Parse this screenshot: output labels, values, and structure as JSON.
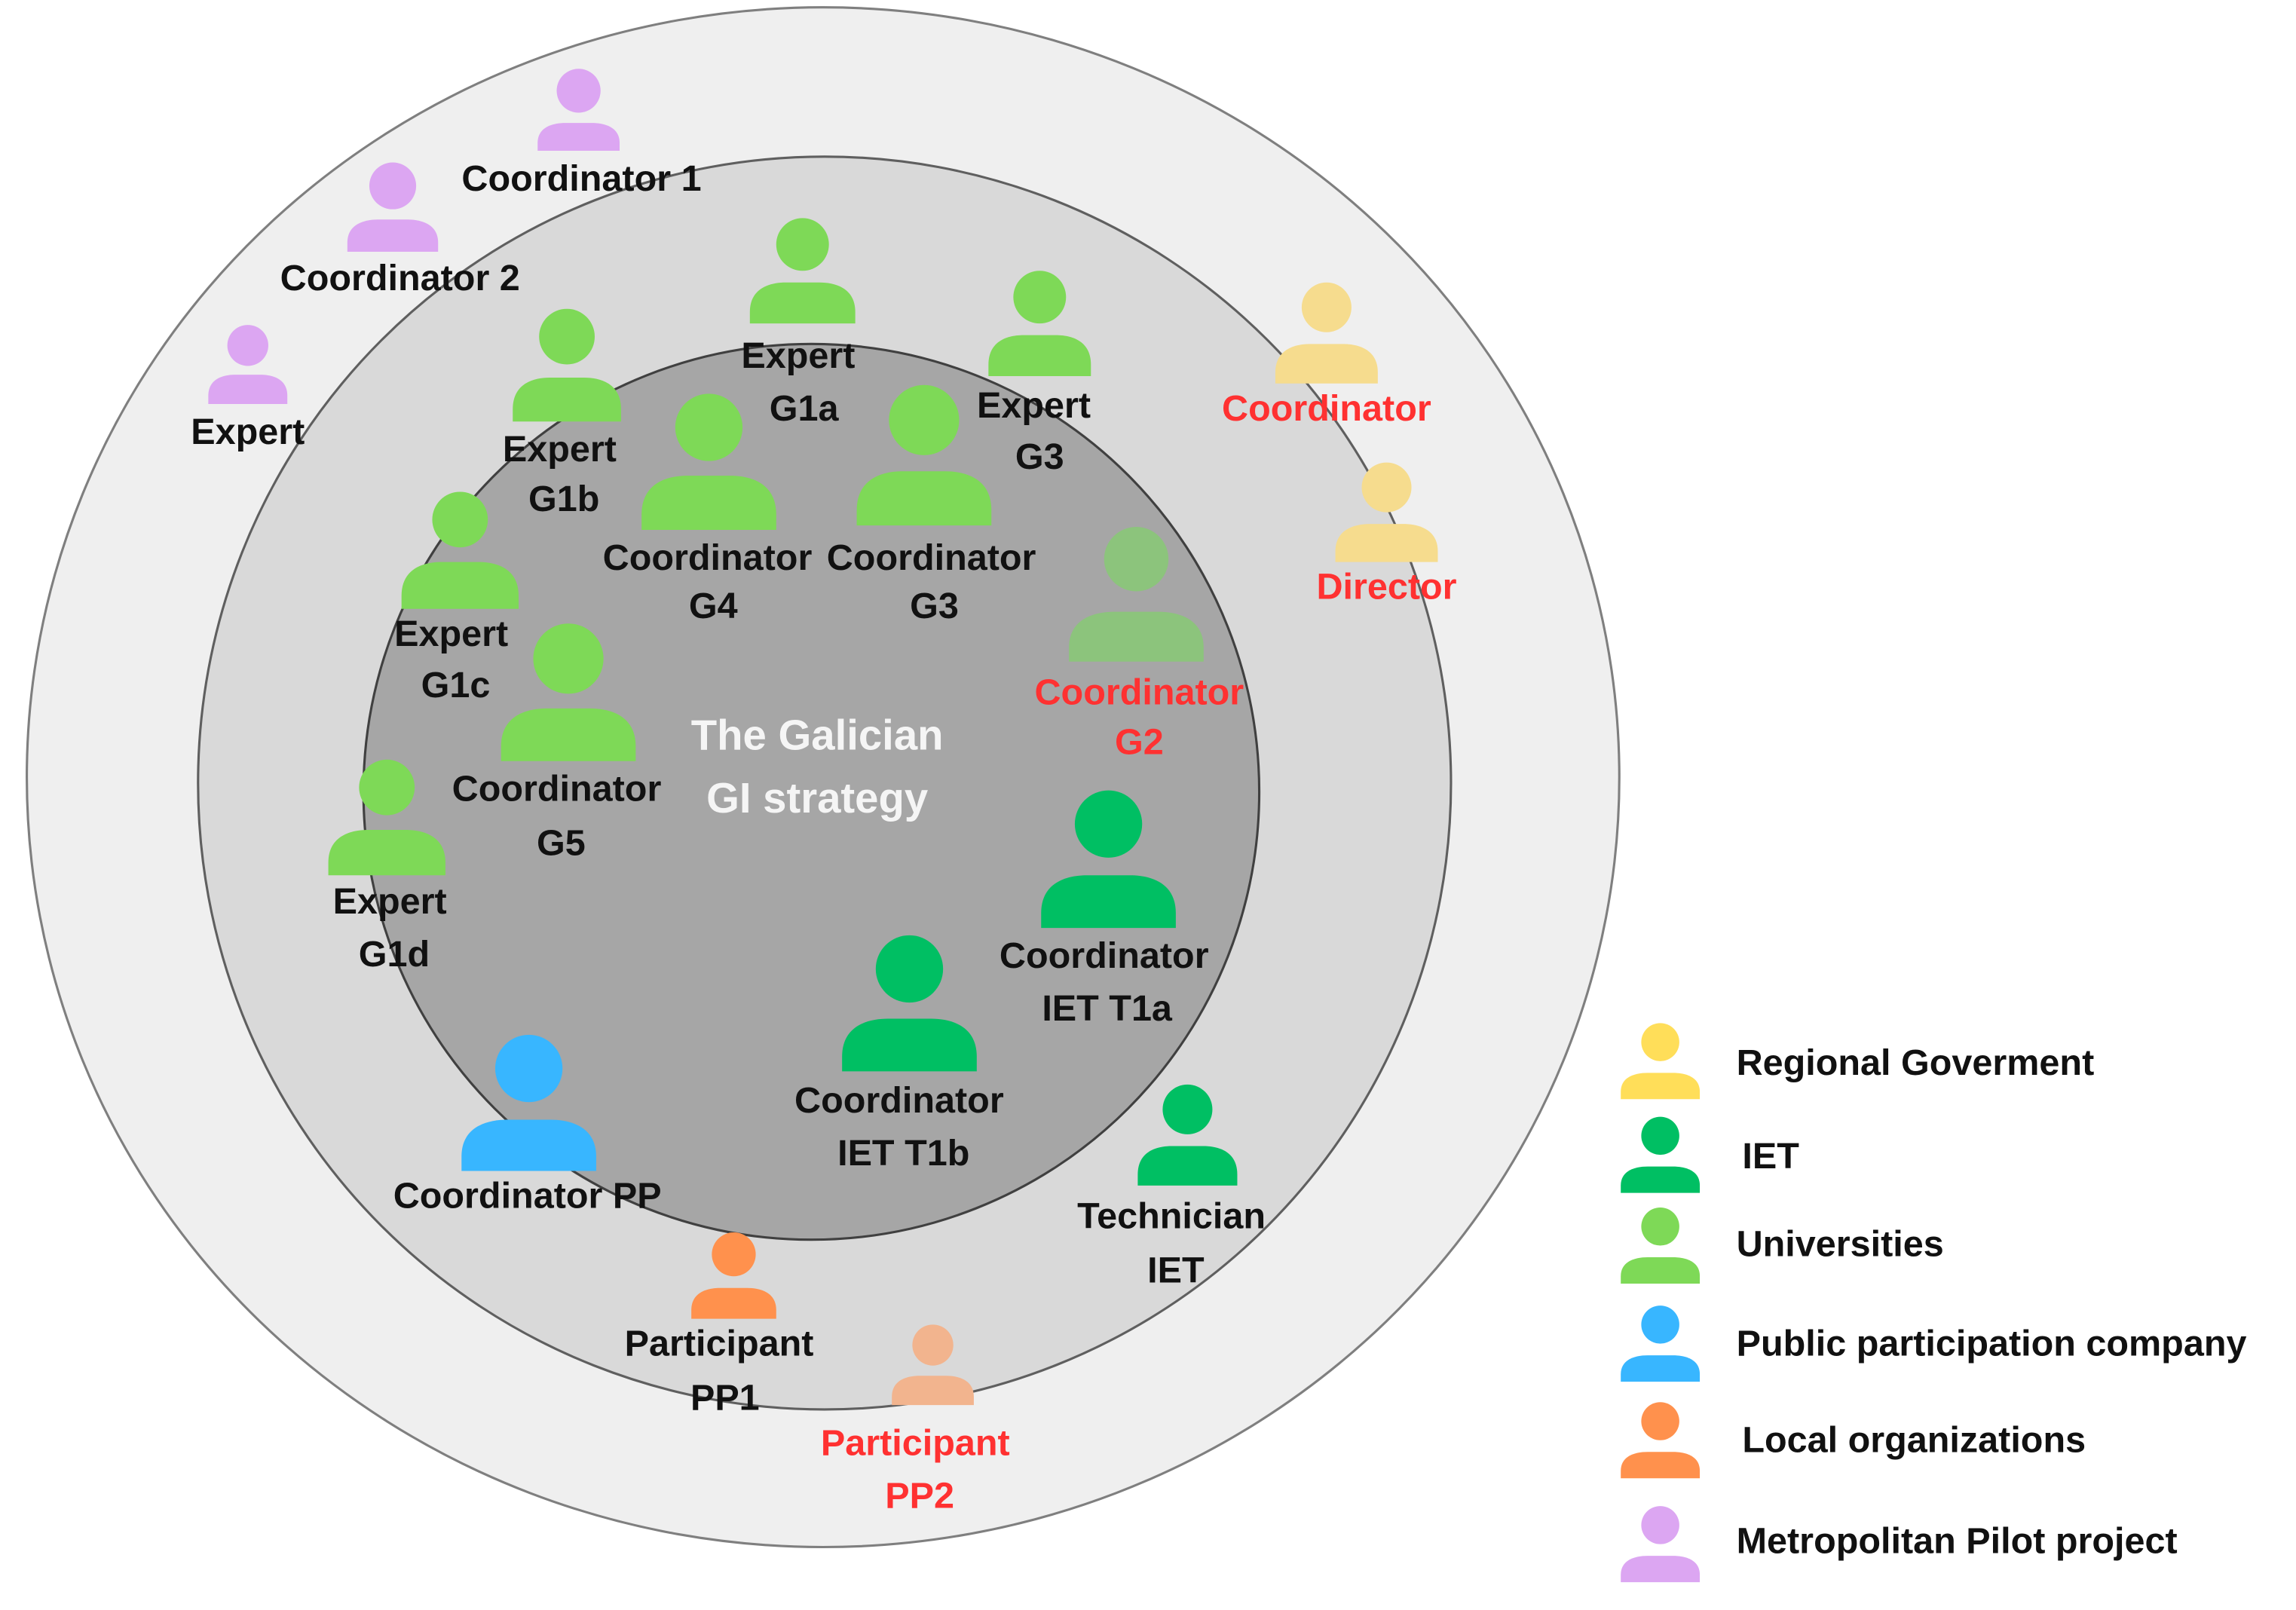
{
  "diagram": {
    "center_title": {
      "line1": "The Galician",
      "line2": "GI strategy"
    },
    "people": [
      {
        "label": [
          "Coordinator 1"
        ],
        "color": "#dca6f2",
        "label_color": "#111111"
      },
      {
        "label": [
          "Coordinator 2"
        ],
        "color": "#dca6f2",
        "label_color": "#111111"
      },
      {
        "label": [
          "Expert"
        ],
        "color": "#dca6f2",
        "label_color": "#111111"
      },
      {
        "label": [
          "Expert",
          "G1a"
        ],
        "color": "#7ed957",
        "label_color": "#111111"
      },
      {
        "label": [
          "Expert",
          "G3"
        ],
        "color": "#7ed957",
        "label_color": "#111111"
      },
      {
        "label": [
          "Expert",
          "G1b"
        ],
        "color": "#7ed957",
        "label_color": "#111111"
      },
      {
        "label": [
          "Coordinator",
          "G4"
        ],
        "color": "#7ed957",
        "label_color": "#111111"
      },
      {
        "label": [
          "Coordinator",
          "G3"
        ],
        "color": "#7ed957",
        "label_color": "#111111"
      },
      {
        "label": [
          "Expert",
          "G1c"
        ],
        "color": "#7ed957",
        "label_color": "#111111"
      },
      {
        "label": [
          "Coordinator",
          "G5"
        ],
        "color": "#7ed957",
        "label_color": "#111111"
      },
      {
        "label": [
          "Expert",
          "G1d"
        ],
        "color": "#7ed957",
        "label_color": "#111111"
      },
      {
        "label": [
          "Coordinator",
          "G2"
        ],
        "color": "#8cc47c",
        "label_color": "#ff3131"
      },
      {
        "label": [
          "Coordinator",
          "IET T1a"
        ],
        "color": "#00bf63",
        "label_color": "#111111"
      },
      {
        "label": [
          "Coordinator",
          "IET T1b"
        ],
        "color": "#00bf63",
        "label_color": "#111111"
      },
      {
        "label": [
          "Technician",
          "IET"
        ],
        "color": "#00bf63",
        "label_color": "#111111"
      },
      {
        "label": [
          "Coordinator PP"
        ],
        "color": "#38b6ff",
        "label_color": "#111111"
      },
      {
        "label": [
          "Participant",
          "PP1"
        ],
        "color": "#ff914d",
        "label_color": "#111111"
      },
      {
        "label": [
          "Participant",
          "PP2"
        ],
        "color": "#f2b48e",
        "label_color": "#ff3131"
      },
      {
        "label": [
          "Coordinator"
        ],
        "color": "#f6dc8e",
        "label_color": "#ff3131"
      },
      {
        "label": [
          "Director"
        ],
        "color": "#f6dc8e",
        "label_color": "#ff3131"
      }
    ]
  },
  "legend": {
    "items": [
      {
        "label": "Regional Goverment",
        "color": "#ffde59"
      },
      {
        "label": "IET",
        "color": "#00bf63"
      },
      {
        "label": "Universities",
        "color": "#7ed957"
      },
      {
        "label": "Public participation company",
        "color": "#38b6ff"
      },
      {
        "label": "Local organizations",
        "color": "#ff914d"
      },
      {
        "label": "Metropolitan Pilot project",
        "color": "#dca6f2"
      }
    ]
  }
}
